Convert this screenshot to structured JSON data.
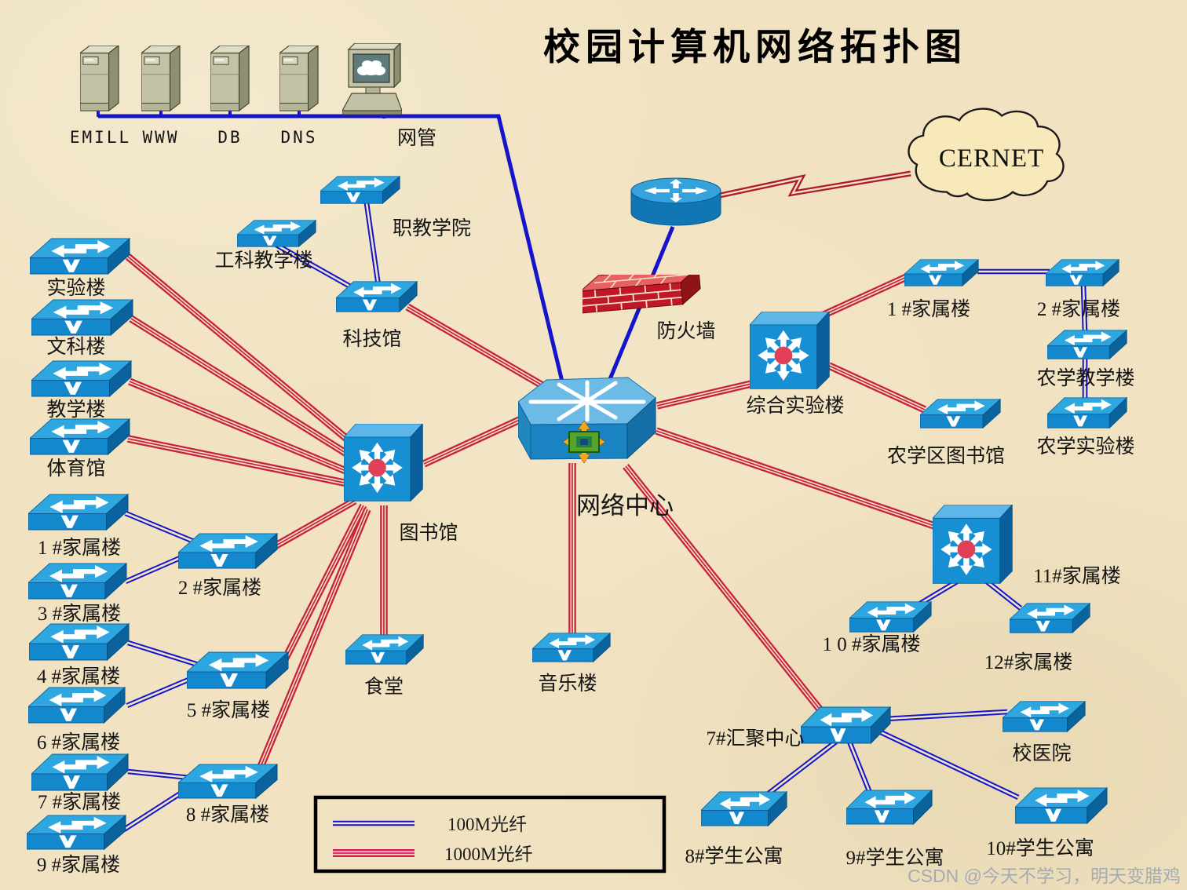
{
  "title": "校园计算机网络拓扑图",
  "cloud_label": "CERNET",
  "watermark": "CSDN @今天不学习，明天变腊鸡",
  "servers": [
    "EMILL",
    "WWW",
    "DB",
    "DNS",
    "网管"
  ],
  "legend": {
    "fiber100": "100M光纤",
    "fiber1000": "1000M光纤"
  },
  "nodes": {
    "lab": "实验楼",
    "liberal": "文科楼",
    "teach": "教学楼",
    "gym": "体育馆",
    "fam1": "1 #家属楼",
    "fam2": "2 #家属楼",
    "fam3": "3 #家属楼",
    "fam4": "4 #家属楼",
    "fam5": "5 #家属楼",
    "fam6": "6 #家属楼",
    "fam7": "7 #家属楼",
    "fam8": "8 #家属楼",
    "fam9": "9 #家属楼",
    "vocational": "职教学院",
    "engineering": "工科教学楼",
    "scitech": "科技馆",
    "library": "图书馆",
    "canteen": "食堂",
    "music": "音乐楼",
    "netcenter": "网络中心",
    "firewall": "防火墙",
    "complab": "综合实验楼",
    "famr1": "1 #家属楼",
    "famr2": "2 #家属楼",
    "agriteach": "农学教学楼",
    "agrilab": "农学实验楼",
    "agrilib": "农学区图书馆",
    "fam11": "11#家属楼",
    "fam10": "1 0 #家属楼",
    "fam12": "12#家属楼",
    "agg7": "7#汇聚中心",
    "hospital": "校医院",
    "dorm8": "8#学生公寓",
    "dorm9": "9#学生公寓",
    "dorm10": "10#学生公寓"
  },
  "link_types": [
    {
      "label": "100M光纤",
      "style": "blue-double-line"
    },
    {
      "label": "1000M光纤",
      "style": "red-triple-line"
    }
  ],
  "colors": {
    "background": "#F1E3C2",
    "fiber100_blue": "#1414CC",
    "fiber1000_red": "#C8203E",
    "legend_red": "#E0175E",
    "wan_zigzag_red": "#B01830",
    "switch_top": "#2EA7E0",
    "switch_front": "#1488CC",
    "switch_side": "#0B639E",
    "multilayer_dot": "#E04058",
    "cloud_fill": "#F7E9BA",
    "firewall_brick": "#C81E28",
    "server_body": "#C3C2A6"
  }
}
